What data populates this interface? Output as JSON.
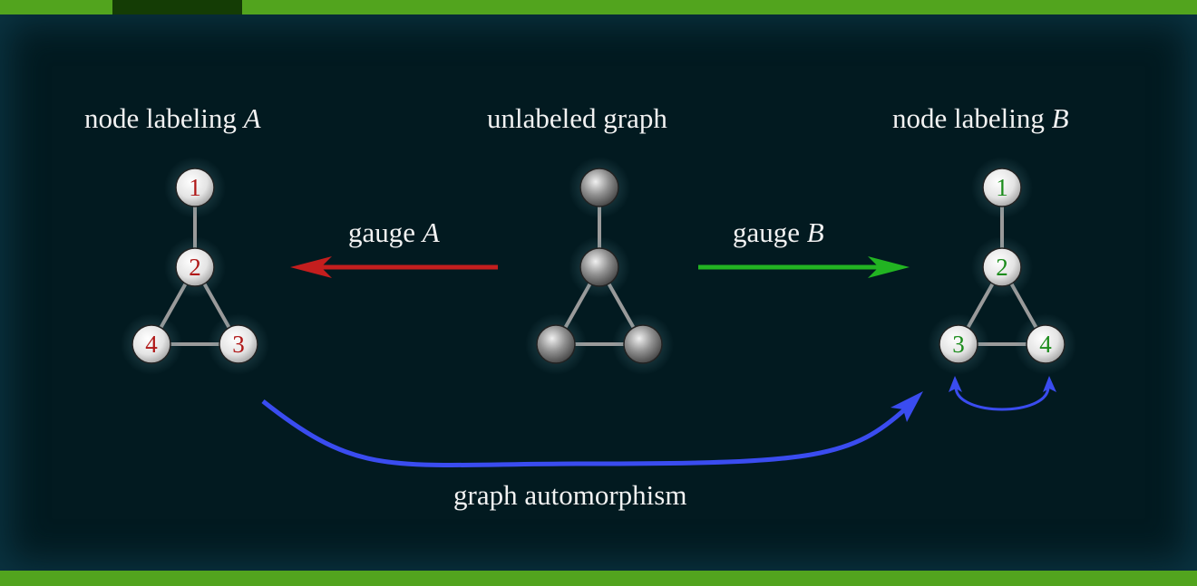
{
  "titles": {
    "left": "node labeling ",
    "left_var": "A",
    "center": "unlabeled graph",
    "right": "node labeling ",
    "right_var": "B"
  },
  "arrows": {
    "gauge_a": "gauge ",
    "gauge_a_var": "A",
    "gauge_b": "gauge ",
    "gauge_b_var": "B",
    "automorphism": "graph automorphism"
  },
  "graph_a": {
    "labels": [
      "1",
      "2",
      "3",
      "4"
    ],
    "color": "#b01818"
  },
  "graph_b": {
    "labels": [
      "1",
      "2",
      "3",
      "4"
    ],
    "color": "#1c8c1c"
  },
  "colors": {
    "gauge_a": "#c41e1e",
    "gauge_b": "#22b422",
    "automorphism": "#3a4cf0"
  }
}
